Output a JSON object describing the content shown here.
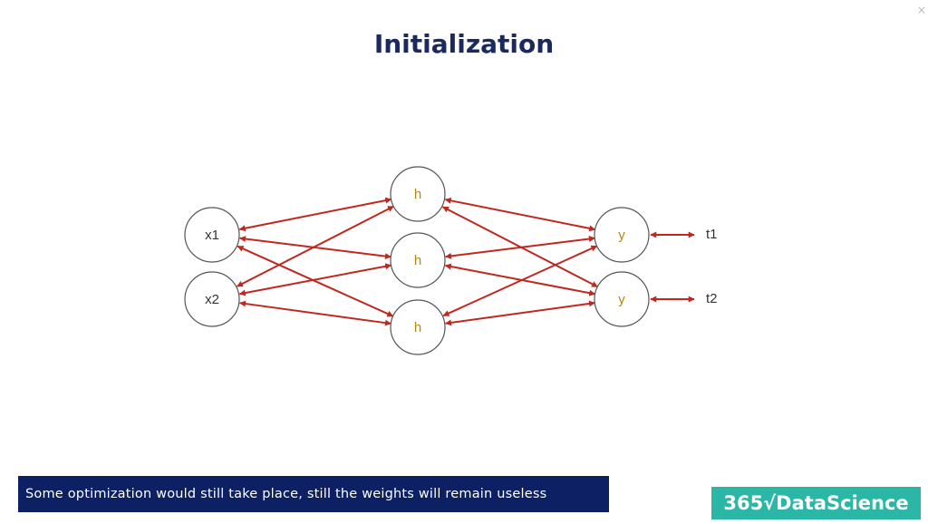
{
  "slide": {
    "title": "Initialization",
    "caption": "Some optimization would still take place, still the weights will remain useless",
    "logo_text": "365√DataScience",
    "close_glyph": "×"
  },
  "colors": {
    "title": "#1b2a5e",
    "edge": "#c0281f",
    "hidden_label": "#b8860b",
    "caption_bg": "#0c2063",
    "logo_bg": "#2bb7a5"
  },
  "network": {
    "input_nodes": [
      {
        "id": "x1",
        "label": "x1"
      },
      {
        "id": "x2",
        "label": "x2"
      }
    ],
    "hidden_nodes": [
      {
        "id": "h1",
        "label": "h"
      },
      {
        "id": "h2",
        "label": "h"
      },
      {
        "id": "h3",
        "label": "h"
      }
    ],
    "output_nodes": [
      {
        "id": "y1",
        "label": "y"
      },
      {
        "id": "y2",
        "label": "y"
      }
    ],
    "targets": [
      {
        "id": "t1",
        "label": "t1",
        "connects": "y1"
      },
      {
        "id": "t2",
        "label": "t2",
        "connects": "y2"
      }
    ],
    "edges": [
      [
        "h1",
        "x1"
      ],
      [
        "h2",
        "x1"
      ],
      [
        "h3",
        "x1"
      ],
      [
        "h1",
        "x2"
      ],
      [
        "h2",
        "x2"
      ],
      [
        "h3",
        "x2"
      ],
      [
        "y1",
        "h1"
      ],
      [
        "y1",
        "h2"
      ],
      [
        "y1",
        "h3"
      ],
      [
        "y2",
        "h1"
      ],
      [
        "y2",
        "h2"
      ],
      [
        "y2",
        "h3"
      ]
    ]
  }
}
